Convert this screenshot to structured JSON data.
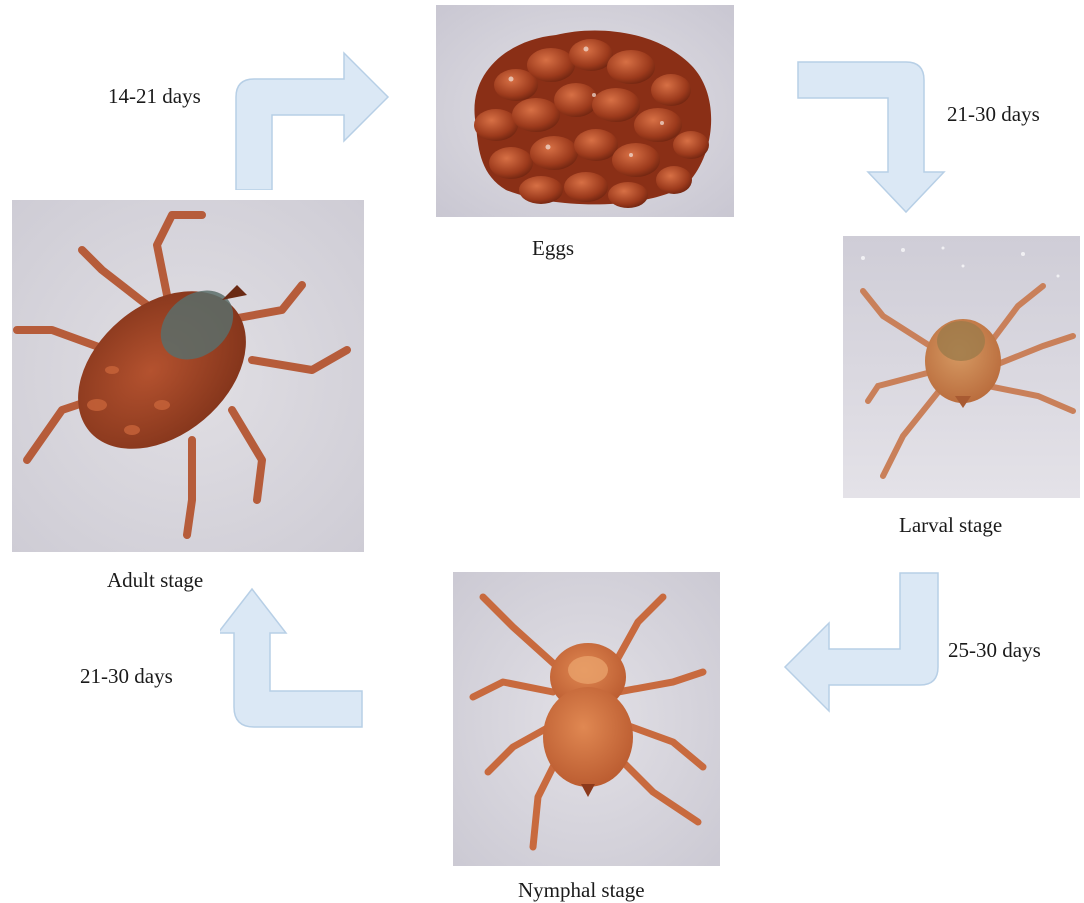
{
  "stages": {
    "eggs": "Eggs",
    "larval": "Larval stage",
    "nymphal": "Nymphal stage",
    "adult": "Adult stage"
  },
  "durations": {
    "adult_to_eggs": "14-21 days",
    "eggs_to_larval": "21-30 days",
    "larval_to_nymphal": "25-30 days",
    "nymphal_to_adult": "21-30 days"
  },
  "colors": {
    "arrow_fill": "#dbe8f5",
    "arrow_stroke": "#b7cfe6",
    "tick_body": "#b4522f",
    "tick_legs": "#b65c3a",
    "photo_bg": "#d9d8e0"
  }
}
